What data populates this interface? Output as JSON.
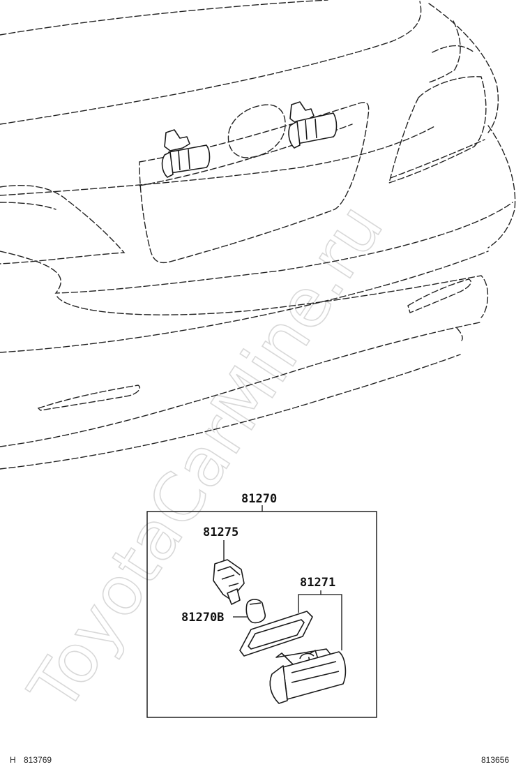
{
  "watermark": "ToyotaCarMine.ru",
  "parts": {
    "assembly": "81270",
    "socket": "81275",
    "bulb": "81270B",
    "lens": "81271"
  },
  "footer": {
    "left_prefix": "H",
    "left_code": "813769",
    "right_code": "813656"
  }
}
